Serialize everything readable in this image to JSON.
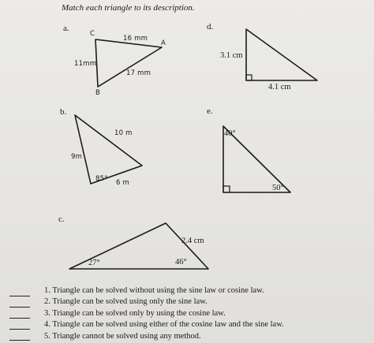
{
  "title": "Match each triangle to its description.",
  "sections": {
    "a": {
      "label": "a.",
      "vertex_c": "C",
      "vertex_a": "A",
      "vertex_b": "B",
      "side_ca": "16 mm",
      "side_cb": "11mm",
      "side_ba": "17 mm"
    },
    "b": {
      "label": "b.",
      "side_top": "10 m",
      "side_left": "9m",
      "side_bottom": "6 m",
      "angle": "85°"
    },
    "c": {
      "label": "c.",
      "side_right": "2.4 cm",
      "angle_left": "27°",
      "angle_right": "46°"
    },
    "d": {
      "label": "d.",
      "side_vertical": "3.1 cm",
      "side_bottom": "4.1 cm"
    },
    "e": {
      "label": "e.",
      "angle_top": "40°",
      "angle_bottom": "50°"
    }
  },
  "descriptions": [
    {
      "number": "1.",
      "text": "Triangle can be solved without using the sine law or cosine law."
    },
    {
      "number": "2.",
      "text": "Triangle can be solved using only the sine law."
    },
    {
      "number": "3.",
      "text": "Triangle can be solved only by using the cosine law."
    },
    {
      "number": "4.",
      "text": "Triangle can be solved using either of the cosine law and the sine law."
    },
    {
      "number": "5.",
      "text": "Triangle cannot be solved using any method."
    }
  ]
}
